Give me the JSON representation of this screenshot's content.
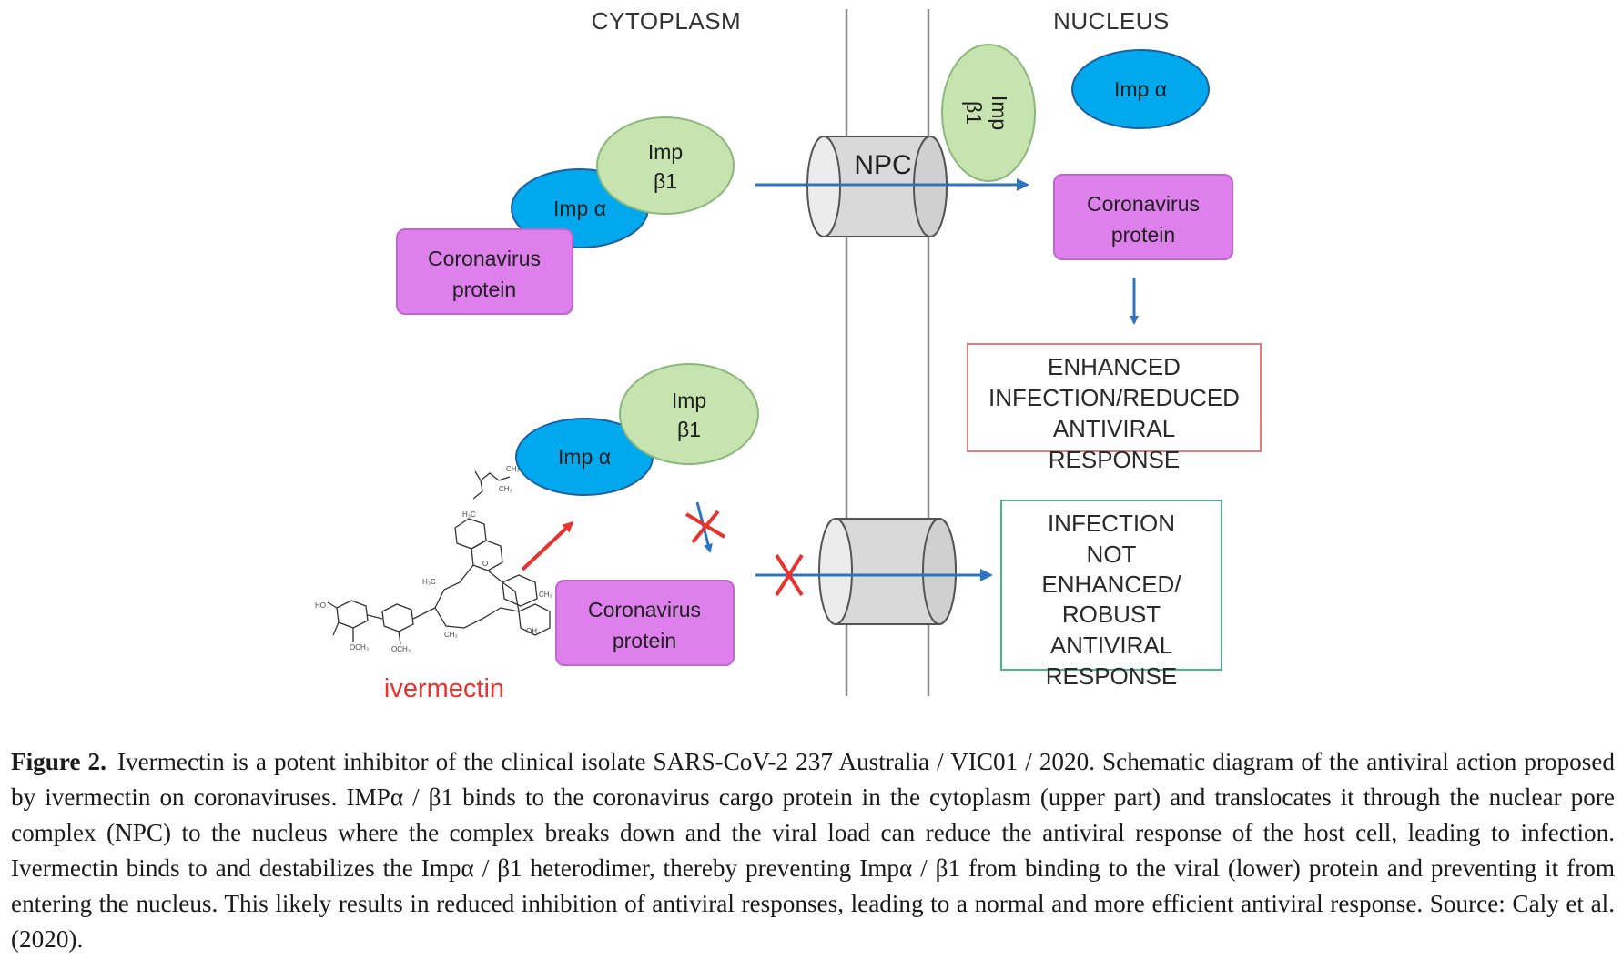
{
  "diagram": {
    "region_left": "CYTOPLASM",
    "region_right": "NUCLEUS",
    "imp_alpha": "Imp α",
    "imp_beta_line1": "Imp",
    "imp_beta_line2": "β1",
    "cargo_line1": "Coronavirus",
    "cargo_line2": "protein",
    "npc_label": "NPC",
    "outcome_top": [
      "ENHANCED",
      "INFECTION/REDUCED",
      "ANTIVIRAL",
      "RESPONSE"
    ],
    "outcome_bottom": [
      "INFECTION",
      "NOT",
      "ENHANCED/",
      "ROBUST",
      "ANTIVIRAL",
      "RESPONSE"
    ],
    "drug_label": "ivermectin",
    "colors": {
      "imp_alpha_fill": "#00A9EE",
      "imp_beta_fill": "#C6E3B0",
      "cargo_fill": "#DD80EB",
      "arrow_blue": "#2E74C0",
      "block_red": "#E8332E",
      "outcome_top_border": "#E8797A",
      "outcome_bottom_border": "#4CB58A",
      "membrane": "#8A8A8A"
    }
  },
  "caption": {
    "label": "Figure 2.",
    "text": "Ivermectin is a potent inhibitor of the clinical isolate SARS-CoV-2 237 Australia / VIC01 / 2020. Schematic diagram of the antiviral action proposed by ivermectin on coronaviruses. IMPα / β1 binds to the coronavirus cargo protein in the cytoplasm (upper part) and translocates it through the nuclear pore complex (NPC) to the nucleus where the complex breaks down and the viral load can reduce the antiviral response of the host cell, leading to infection. Ivermectin binds to and destabilizes the Impα / β1 heterodimer, thereby preventing Impα / β1 from binding to the viral (lower) protein and preventing it from entering the nucleus. This likely results in reduced inhibition of antiviral responses, leading to a normal and more efficient antiviral response. Source: Caly et al. (2020)."
  }
}
